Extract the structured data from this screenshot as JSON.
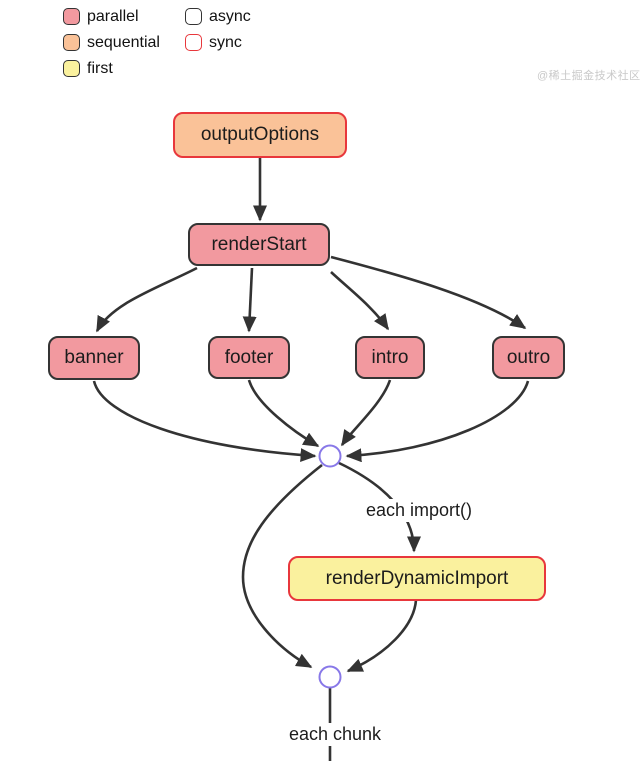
{
  "legend": {
    "items": [
      {
        "label": "parallel",
        "fill": "#f2999f",
        "stroke": "#343434"
      },
      {
        "label": "sequential",
        "fill": "#fac298",
        "stroke": "#343434"
      },
      {
        "label": "first",
        "fill": "#faf19e",
        "stroke": "#343434"
      },
      {
        "label": "async",
        "fill": "#ffffff",
        "stroke": "#343434"
      },
      {
        "label": "sync",
        "fill": "#ffffff",
        "stroke": "#e8373c"
      }
    ]
  },
  "watermark": "@稀土掘金技术社区",
  "diagram": {
    "nodes": {
      "outputOptions": {
        "label": "outputOptions",
        "hook_kind": "sequential, sync"
      },
      "renderStart": {
        "label": "renderStart",
        "hook_kind": "parallel, async"
      },
      "banner": {
        "label": "banner",
        "hook_kind": "parallel, async"
      },
      "footer": {
        "label": "footer",
        "hook_kind": "parallel, async"
      },
      "intro": {
        "label": "intro",
        "hook_kind": "parallel, async"
      },
      "outro": {
        "label": "outro",
        "hook_kind": "parallel, async"
      },
      "renderDynamicImport": {
        "label": "renderDynamicImport",
        "hook_kind": "first, sync"
      }
    },
    "edge_labels": {
      "each_import": "each import()",
      "each_chunk": "each chunk"
    },
    "edges": [
      {
        "from": "outputOptions",
        "to": "renderStart"
      },
      {
        "from": "renderStart",
        "to": "banner"
      },
      {
        "from": "renderStart",
        "to": "footer"
      },
      {
        "from": "renderStart",
        "to": "intro"
      },
      {
        "from": "renderStart",
        "to": "outro"
      },
      {
        "from": "banner",
        "to": "junction-1"
      },
      {
        "from": "footer",
        "to": "junction-1"
      },
      {
        "from": "intro",
        "to": "junction-1"
      },
      {
        "from": "outro",
        "to": "junction-1"
      },
      {
        "from": "junction-1",
        "to": "renderDynamicImport",
        "label": "each import()"
      },
      {
        "from": "junction-1",
        "to": "junction-2"
      },
      {
        "from": "renderDynamicImport",
        "to": "junction-2"
      },
      {
        "from": "junction-2",
        "to": "offscreen-below",
        "label": "each chunk"
      }
    ],
    "colors": {
      "parallel_fill": "#f2999f",
      "sequential_fill": "#fac298",
      "first_fill": "#faf19e",
      "sync_stroke": "#e8373c",
      "async_stroke": "#343434",
      "edge_stroke": "#333333",
      "junction_stroke": "#8878e8"
    }
  }
}
